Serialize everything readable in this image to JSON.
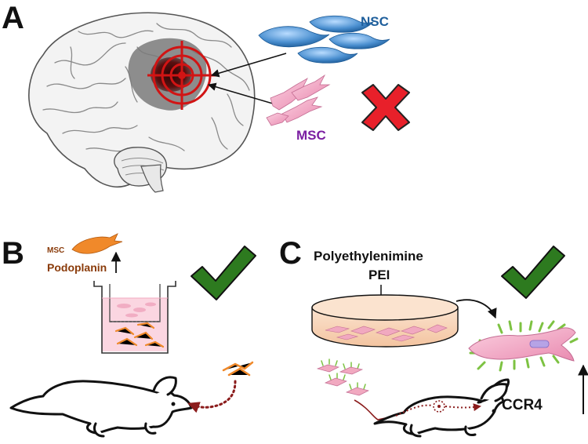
{
  "panels": {
    "a": {
      "letter": "A"
    },
    "b": {
      "letter": "B"
    },
    "c": {
      "letter": "C"
    }
  },
  "labels": {
    "nsc": "NSC",
    "msc_a": "MSC",
    "msc_b": "MSC",
    "podoplanin": "Podoplanin",
    "polyethylenimine": "Polyethylenimine",
    "pei": "PEI",
    "ccr4": "CCR4"
  },
  "colors": {
    "nsc_label": "#1f5f9c",
    "msc_a_label": "#7b1fa2",
    "msc_b_label": "#8a3b0a",
    "nsc_cell": "#4a8fd0",
    "msc_cell_pink": "#f0a6c4",
    "msc_cell_orange": "#f0892a",
    "target_red": "#d11414",
    "cross_red": "#e8202a",
    "check_green": "#2d7a1f",
    "dotted_arrow": "#8b1c1c",
    "dish_fill": "#f8d2b4",
    "transwell_fill": "#fbd6e1",
    "green_spikes": "#7dc242"
  },
  "icons": [
    "brain-illustration",
    "target-icon",
    "cross-icon",
    "check-icon",
    "mouse-icon",
    "transwell-icon",
    "petri-dish-icon"
  ]
}
